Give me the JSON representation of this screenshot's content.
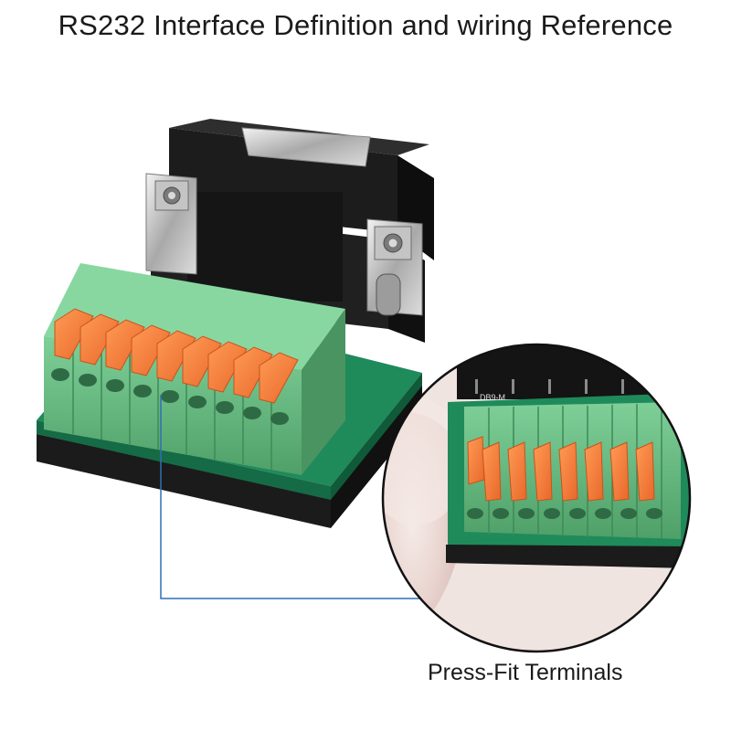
{
  "title": "RS232 Interface Definition and wiring Reference",
  "callout": {
    "caption": "Press-Fit Terminals",
    "pcb_silkscreen": "DB9-M"
  },
  "colors": {
    "terminal_block": "#6bbf85",
    "lever": "#f5823a",
    "pcb": "#1f8a5a",
    "connector": "#1c1c1c",
    "callout_line": "#2f6fb5"
  },
  "product": {
    "terminal_count": 9
  }
}
